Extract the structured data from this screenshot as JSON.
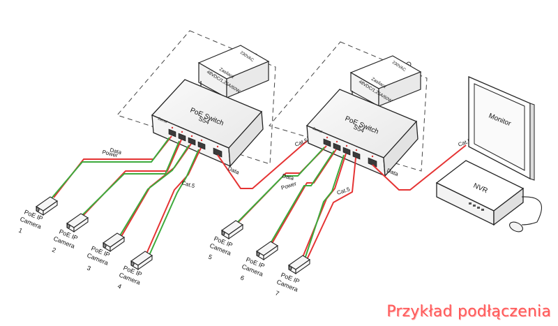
{
  "diagram": {
    "psu": [
      {
        "volt": "230VAC",
        "name": "Zasilacz",
        "spec": "48VDC/1,25A/60W"
      },
      {
        "volt": "230VAC",
        "name": "Zasilacz",
        "spec": "48VDC/1,25A/60W"
      }
    ],
    "switches": [
      {
        "name": "PoE Switch",
        "model": "S54",
        "logo": "Zamel"
      },
      {
        "name": "PoE Switch",
        "model": "S54",
        "logo": "Zamel"
      }
    ],
    "cable_labels": {
      "data": "Data",
      "power": "Power",
      "cat5": "Cat.5"
    },
    "cameras": [
      {
        "l1": "PoE IP",
        "l2": "Camera",
        "num": "1"
      },
      {
        "l1": "PoE IP",
        "l2": "Camera",
        "num": "2"
      },
      {
        "l1": "PoE IP",
        "l2": "Camera",
        "num": "3"
      },
      {
        "l1": "PoE IP",
        "l2": "Camera",
        "num": "4"
      },
      {
        "l1": "PoE IP",
        "l2": "Camera",
        "num": "5"
      },
      {
        "l1": "PoE IP",
        "l2": "Camera",
        "num": "6"
      },
      {
        "l1": "PoE IP",
        "l2": "Camera",
        "num": "7"
      }
    ],
    "monitor_label": "Monitor",
    "nvr_label": "NVR",
    "colors": {
      "data_line": "#e53333",
      "power_line": "#3caa3c",
      "caption": "#ff5a5a"
    }
  },
  "caption": "Przykład podłączenia"
}
